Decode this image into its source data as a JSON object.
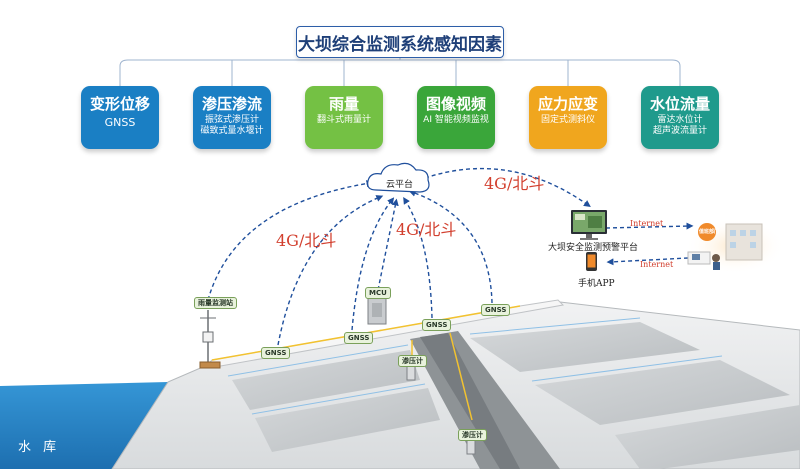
{
  "title": "大坝综合监测系统感知因素",
  "categories": [
    {
      "name": "变形位移",
      "lines": [
        "GNSS"
      ],
      "color": "#1a7fc4"
    },
    {
      "name": "渗压渗流",
      "lines": [
        "振弦式渗压计",
        "磁致式量水堰计"
      ],
      "color": "#1a7fc4"
    },
    {
      "name": "雨量",
      "lines": [
        "翻斗式雨量计"
      ],
      "color": "#74c144"
    },
    {
      "name": "图像视频",
      "lines": [
        "AI 智能视频监视"
      ],
      "color": "#3aa63a"
    },
    {
      "name": "应力应变",
      "lines": [
        "固定式测斜仪"
      ],
      "color": "#f0a61e"
    },
    {
      "name": "水位流量",
      "lines": [
        "雷达水位计",
        "超声波流量计"
      ],
      "color": "#1f9a8c"
    }
  ],
  "network": {
    "cloud": "云平台",
    "link_left": "4G/北斗",
    "link_mid": "4G/北斗",
    "link_right": "4G/北斗",
    "internet_top": "Internet",
    "internet_bottom": "Internet",
    "platform": "大坝安全监测预警平台",
    "mobile_app": "手机APP",
    "office_sign": "值班部门"
  },
  "devices": {
    "rain_station": "雨量监测站",
    "mcu": "MCU",
    "gnss": [
      "GNSS",
      "GNSS",
      "GNSS",
      "GNSS"
    ],
    "piezometer": [
      "渗压计",
      "渗压计"
    ]
  },
  "reservoir": "水 库",
  "colors": {
    "title_border": "#2d5ea8",
    "link": "#1f4f9c",
    "label_red": "#d2402f",
    "water": "#2a86c8",
    "dam_top": "#e4e6e8",
    "dam_face": "#c9ccce"
  }
}
